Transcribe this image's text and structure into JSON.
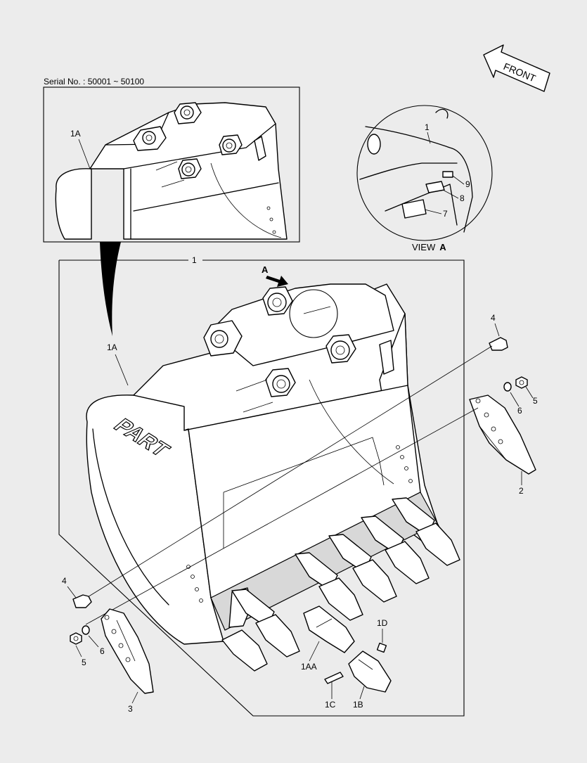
{
  "header": {
    "serial": "Serial No. : 50001 ~ 50100"
  },
  "direction": {
    "label": "FRONT"
  },
  "view": {
    "label": "VIEW",
    "letter": "A"
  },
  "arrow_label": "A",
  "callouts": {
    "frame_main": "1",
    "view_1": "1",
    "inset_1a": "1A",
    "main_1a": "1A",
    "view_9": "9",
    "view_8": "8",
    "view_7": "7",
    "right_4": "4",
    "right_5": "5",
    "right_6": "6",
    "right_2": "2",
    "left_4": "4",
    "left_5": "5",
    "left_6": "6",
    "left_3": "3",
    "c_1d": "1D",
    "c_1aa": "1AA",
    "c_1c": "1C",
    "c_1b": "1B"
  },
  "logo_text": "PART",
  "colors": {
    "background": "#ececec",
    "line": "#000000",
    "part_fill": "#ffffff"
  }
}
